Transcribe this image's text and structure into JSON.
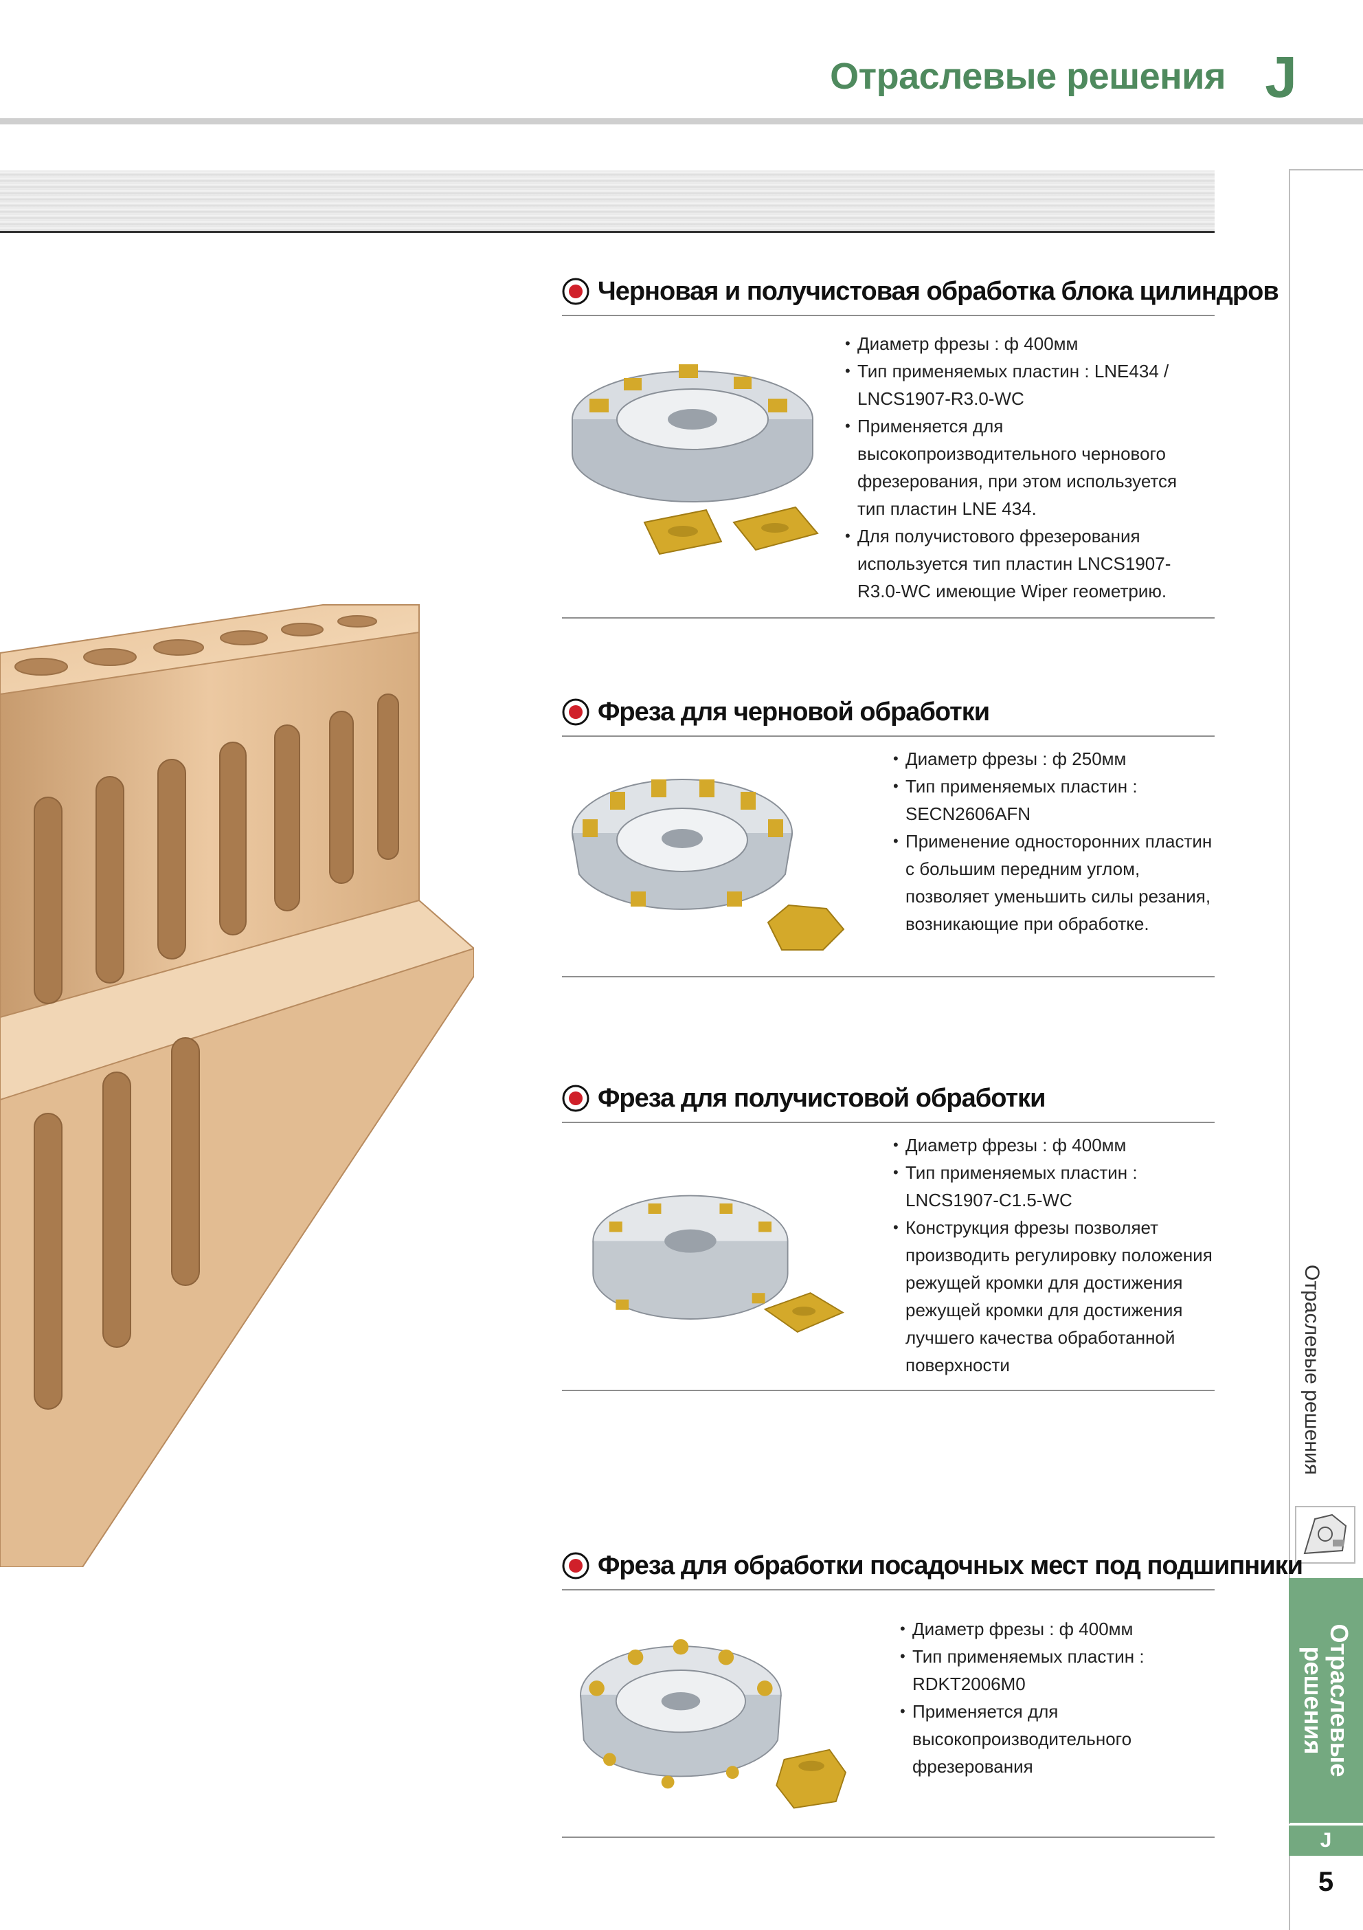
{
  "header": {
    "title": "Отраслевые решения",
    "letter": "J"
  },
  "side_tab": {
    "vertical_label": "Отраслевые решения",
    "active_label_line1": "Отраслевые",
    "active_label_line2": "решения",
    "letter": "J",
    "page_number": "5"
  },
  "sections": [
    {
      "title": "Черновая и получистовая обработка блока цилиндров",
      "bullets": [
        "Диаметр фрезы : ф 400мм",
        "Тип применяемых пластин : LNE434 / LNCS1907-R3.0-WC",
        "Применяется для высокопроизводительного чернового фрезерования, при этом используется тип пластин LNE 434.",
        "Для получистового фрезерования используется тип пластин LNCS1907-R3.0-WC имеющие Wiper геометрию."
      ]
    },
    {
      "title": "Фреза для черновой обработки",
      "bullets": [
        "Диаметр фрезы : ф 250мм",
        "Тип применяемых пластин : SECN2606AFN",
        "Применение односторонних пластин с большим передним углом, позволяет уменьшить силы резания, возникающие при обработке."
      ]
    },
    {
      "title": "Фреза для получистовой обработки",
      "bullets": [
        "Диаметр фрезы : ф 400мм",
        "Тип применяемых пластин : LNCS1907-C1.5-WC",
        "Конструкция фрезы позволяет производить регулировку положения режущей кромки для достижения режущей кромки для достижения лучшего качества обработанной поверхности"
      ]
    },
    {
      "title": "Фреза для обработки посадочных мест под подшипники",
      "bullets": [
        "Диаметр фрезы : ф 400мм",
        "Тип применяемых пластин : RDKT2006M0",
        "Применяется для высокопроизводительного фрезерования"
      ]
    }
  ],
  "colors": {
    "brand_green": "#4f8a5e",
    "tab_green": "#74a980",
    "insert_gold": "#d4a92a",
    "block_bronze": "#e6c29a"
  }
}
